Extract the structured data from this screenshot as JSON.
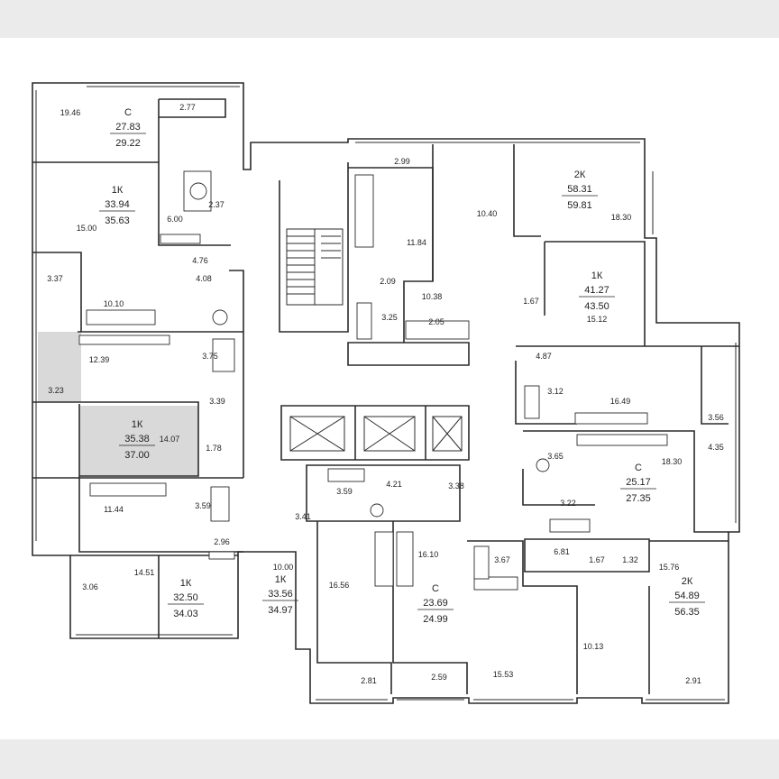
{
  "apartments": [
    {
      "type": "С",
      "living": "27.83",
      "total": "29.22"
    },
    {
      "type": "1К",
      "living": "33.94",
      "total": "35.63"
    },
    {
      "type": "2К",
      "living": "58.31",
      "total": "59.81"
    },
    {
      "type": "1К",
      "living": "41.27",
      "total": "43.50"
    },
    {
      "type": "1К",
      "living": "35.38",
      "total": "37.00",
      "highlight": true
    },
    {
      "type": "С",
      "living": "25.17",
      "total": "27.35"
    },
    {
      "type": "1К",
      "living": "32.50",
      "total": "34.03"
    },
    {
      "type": "1К",
      "living": "33.56",
      "total": "34.97"
    },
    {
      "type": "С",
      "living": "23.69",
      "total": "24.99"
    },
    {
      "type": "2К",
      "living": "54.89",
      "total": "56.35"
    }
  ],
  "room_areas": [
    "19.46",
    "2.77",
    "15.00",
    "6.00",
    "2.37",
    "3.37",
    "4.76",
    "10.10",
    "4.08",
    "3.23",
    "12.39",
    "3.75",
    "3.39",
    "14.07",
    "1.78",
    "11.44",
    "3.59",
    "2.96",
    "3.06",
    "14.51",
    "10.00",
    "3.41",
    "2.99",
    "10.40",
    "18.30",
    "11.84",
    "2.09",
    "10.38",
    "3.25",
    "2.05",
    "1.67",
    "15.12",
    "4.87",
    "3.12",
    "16.49",
    "3.56",
    "4.35",
    "3.65",
    "18.30",
    "3.22",
    "3.59",
    "4.21",
    "3.38",
    "16.56",
    "16.10",
    "3.67",
    "6.81",
    "1.67",
    "1.32",
    "15.76",
    "10.13",
    "2.81",
    "2.59",
    "15.53",
    "2.91"
  ]
}
